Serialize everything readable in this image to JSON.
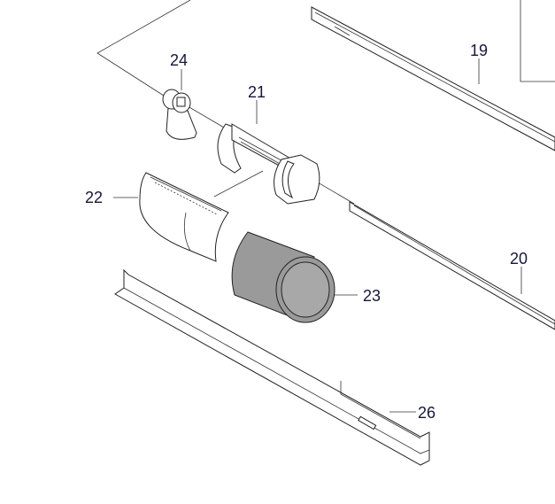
{
  "diagram": {
    "parts": [
      {
        "id": "19",
        "label": "19"
      },
      {
        "id": "20",
        "label": "20"
      },
      {
        "id": "21",
        "label": "21"
      },
      {
        "id": "22",
        "label": "22"
      },
      {
        "id": "23",
        "label": "23"
      },
      {
        "id": "24",
        "label": "24"
      },
      {
        "id": "26",
        "label": "26"
      }
    ],
    "colors": {
      "label": "#16163a",
      "roller": "#9a9a9a",
      "line": "#222222"
    }
  }
}
